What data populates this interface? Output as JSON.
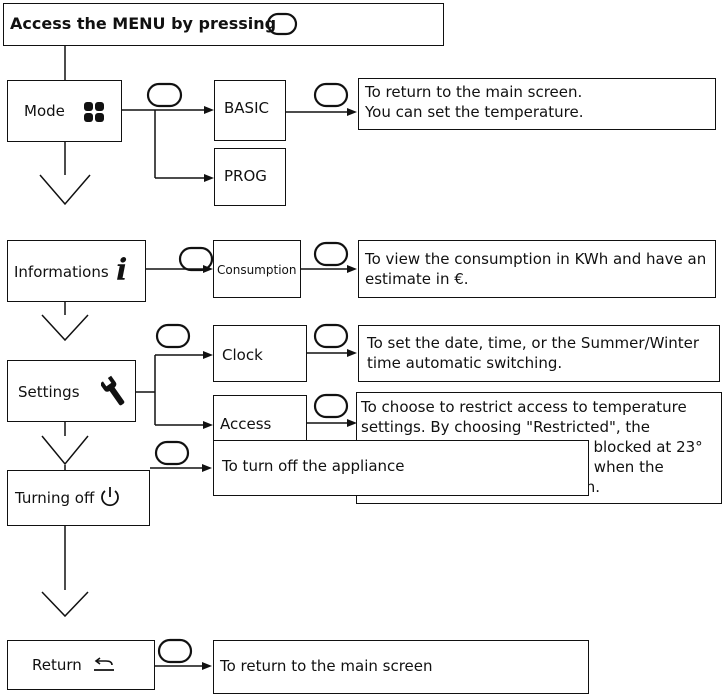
{
  "header": {
    "text": "Access the MENU by pressing"
  },
  "mode": {
    "label": "Mode",
    "icon": "four-squares-icon",
    "options": [
      "BASIC",
      "PROG"
    ],
    "basic_desc_line1": "To return to the main screen.",
    "basic_desc_line2": "You can set the temperature."
  },
  "informations": {
    "label": "Informations",
    "icon": "info-i-icon",
    "option": "Consumption",
    "desc": "To view the consumption in KWh and have an estimate in €."
  },
  "settings": {
    "label": "Settings",
    "icon": "wrench-icon",
    "clock": {
      "label": "Clock",
      "desc": "To set the date, time, or the Summer/Winter time automatic switching."
    },
    "access": {
      "label": "Access",
      "desc": "To choose to restrict access to temperature settings. By choosing \"Restricted\", the maximum temperature will be blocked at 23° C. There will be an alert signal when the temperature setting is too high."
    }
  },
  "turning_off": {
    "label": "Turning off",
    "icon": "power-icon",
    "desc": "To turn off the appliance"
  },
  "return": {
    "label": "Return",
    "icon": "return-arrow-icon",
    "desc": "To return to the main screen"
  },
  "button_icon": "oval-button-icon",
  "colors": {
    "stroke": "#111111",
    "background": "#ffffff"
  }
}
